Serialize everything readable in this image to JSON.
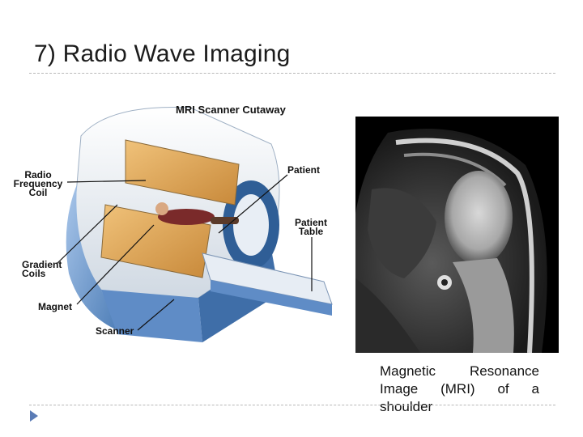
{
  "slide": {
    "title": "7)  Radio Wave Imaging"
  },
  "cutaway_figure": {
    "title": "MRI Scanner Cutaway",
    "labels": {
      "radio_1": "Radio",
      "radio_2": "Frequency",
      "radio_3": "Coil",
      "gradient_1": "Gradient",
      "gradient_2": "Coils",
      "magnet": "Magnet",
      "scanner": "Scanner",
      "patient": "Patient",
      "table_1": "Patient",
      "table_2": "Table"
    }
  },
  "caption": {
    "line1": [
      "Magnetic",
      "Resonance"
    ],
    "line2": [
      "Image",
      "(MRI)",
      "of",
      "a"
    ],
    "line3": [
      "shoulder"
    ]
  },
  "colors": {
    "accent_nav": "#5a7bb5",
    "scanner_blue": "#6f9ad0",
    "coil_orange": "#d9a24f"
  }
}
